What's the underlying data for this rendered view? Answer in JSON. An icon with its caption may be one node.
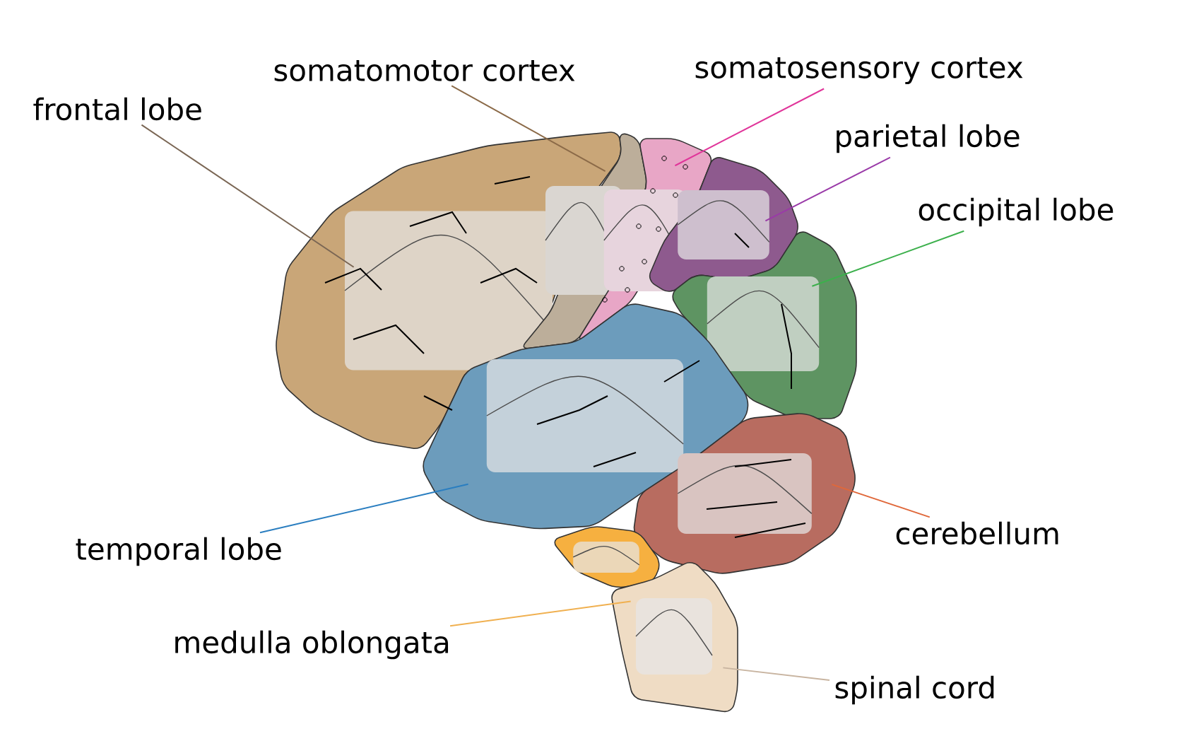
{
  "diagram": {
    "nodes": [
      {
        "text": [
          "frontal lobe"
        ]
      },
      {
        "text": [
          "somatomotor cortex"
        ]
      },
      {
        "text": [
          "somatosensory cortex"
        ]
      },
      {
        "text": [
          "parietal lobe"
        ]
      },
      {
        "text": [
          "occipital lobe"
        ]
      },
      {
        "text": [
          "cerebellum"
        ]
      },
      {
        "text": [
          "temporal lobe"
        ]
      },
      {
        "text": [
          "medulla oblongata"
        ]
      },
      {
        "text": [
          "spinal cord"
        ]
      },
      {
        "text": [],
        "shape": "picture"
      },
      {
        "text": [],
        "shape": "picture"
      },
      {
        "text": [],
        "shape": "picture"
      },
      {
        "text": [],
        "shape": "picture"
      },
      {
        "text": [],
        "shape": "picture"
      },
      {
        "text": [],
        "shape": "picture"
      },
      {
        "text": [],
        "shape": "picture"
      },
      {
        "text": [],
        "shape": "picture"
      },
      {
        "text": [],
        "shape": "picture"
      }
    ],
    "edges": [
      {
        "from": 0,
        "to": 9,
        "arrow": "none",
        "color": "#7a6654"
      },
      {
        "from": 1,
        "to": 10,
        "arrow": "none",
        "color": "#8b6a48"
      },
      {
        "from": 2,
        "to": 11,
        "arrow": "none",
        "color": "#e0359a"
      },
      {
        "from": 3,
        "to": 12,
        "arrow": "none",
        "color": "#9a3aa8"
      },
      {
        "from": 4,
        "to": 13,
        "arrow": "none",
        "color": "#3cb04c"
      },
      {
        "from": 5,
        "to": 15,
        "arrow": "none",
        "color": "#e0683a"
      },
      {
        "from": 6,
        "to": 14,
        "arrow": "none",
        "color": "#2a7ec0"
      },
      {
        "from": 7,
        "to": 16,
        "arrow": "none",
        "color": "#f0b050"
      },
      {
        "from": 8,
        "to": 17,
        "arrow": "none",
        "color": "#c8b4a0"
      }
    ]
  }
}
